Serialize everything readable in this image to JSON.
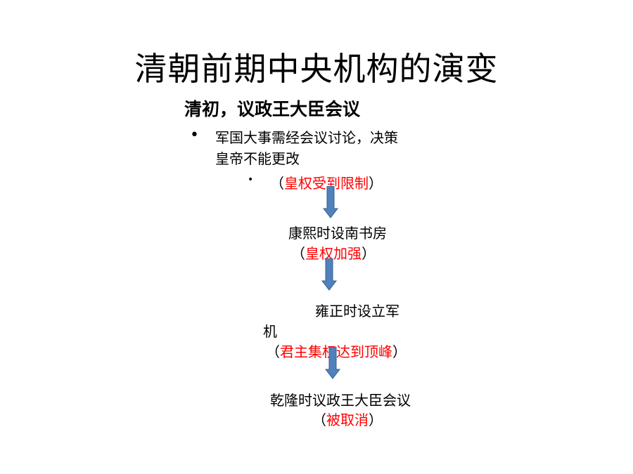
{
  "slide": {
    "title": "清朝前期中央机构的演变",
    "subtitle": "清初，议政王大臣会议",
    "bullet1": {
      "line1": "军国大事需经会议讨论，决策",
      "line2": "皇帝不能更改"
    },
    "bullet2": {
      "open": "（",
      "text": "皇权受到限制",
      "close": "）"
    },
    "stage2": {
      "text": "康熙时设南书房",
      "note_open": "（",
      "note": "皇权加强",
      "note_close": "）"
    },
    "stage3": {
      "line1": "雍正时设立军",
      "line2": "机",
      "note_open": "（",
      "note": "君主集权达到顶峰",
      "note_close": "）"
    },
    "stage4": {
      "text": "乾隆时议政王大臣会议",
      "note_open": "（",
      "note": "被取消",
      "note_close": "）"
    }
  },
  "colors": {
    "emphasis": "#ff0000",
    "arrow_fill": "#4f81bd",
    "arrow_stroke": "#385d8a"
  },
  "icons": {
    "arrow": "down-arrow-icon"
  }
}
